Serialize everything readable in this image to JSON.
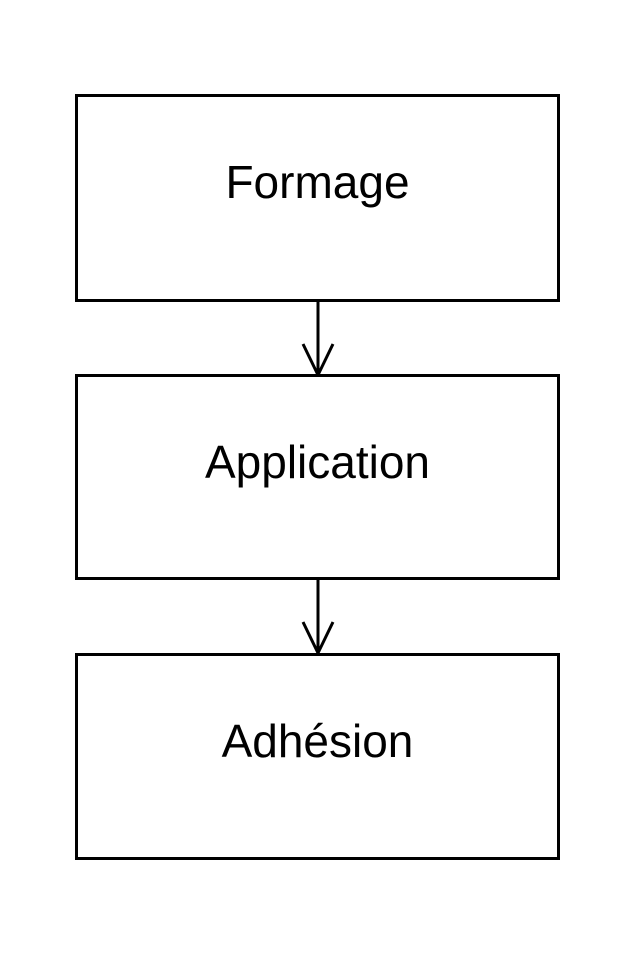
{
  "diagram": {
    "type": "flowchart",
    "orientation": "vertical",
    "background_color": "#ffffff",
    "stroke_color": "#000000",
    "fill_color": "#ffffff",
    "nodes": [
      {
        "id": "node-0",
        "label": "Formage",
        "shape": "rectangle"
      },
      {
        "id": "node-1",
        "label": "Application",
        "shape": "rectangle"
      },
      {
        "id": "node-2",
        "label": "Adhésion",
        "shape": "rectangle"
      }
    ],
    "connectors": [
      {
        "id": "connector-0",
        "from": "node-0",
        "to": "node-1",
        "arrow": "open-v-arrowhead",
        "direction": "down",
        "label": ""
      },
      {
        "id": "connector-1",
        "from": "node-1",
        "to": "node-2",
        "arrow": "open-v-arrowhead",
        "direction": "down",
        "label": ""
      }
    ]
  }
}
